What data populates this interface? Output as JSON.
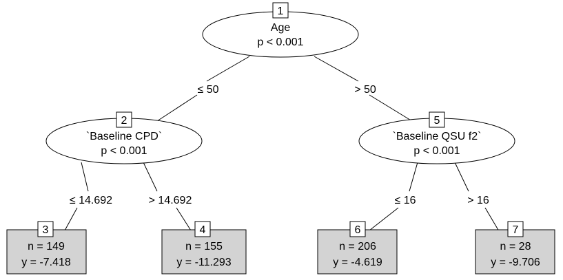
{
  "tree": {
    "inner_nodes": [
      {
        "id": "1",
        "variable": "Age",
        "p_value": "p < 0.001"
      },
      {
        "id": "2",
        "variable": "`Baseline CPD`",
        "p_value": "p < 0.001"
      },
      {
        "id": "5",
        "variable": "`Baseline QSU f2`",
        "p_value": "p < 0.001"
      }
    ],
    "terminal_nodes": [
      {
        "id": "3",
        "n": "n = 149",
        "y": "y = -7.418"
      },
      {
        "id": "4",
        "n": "n = 155",
        "y": "y = -11.293"
      },
      {
        "id": "6",
        "n": "n = 206",
        "y": "y = -4.619"
      },
      {
        "id": "7",
        "n": "n = 28",
        "y": "y = -9.706"
      }
    ],
    "edges": [
      {
        "from": "1",
        "to": "2",
        "label": "≤ 50"
      },
      {
        "from": "1",
        "to": "5",
        "label": "> 50"
      },
      {
        "from": "2",
        "to": "3",
        "label": "≤ 14.692"
      },
      {
        "from": "2",
        "to": "4",
        "label": "> 14.692"
      },
      {
        "from": "5",
        "to": "6",
        "label": "≤ 16"
      },
      {
        "from": "5",
        "to": "7",
        "label": "> 16"
      }
    ],
    "colors": {
      "terminal_fill": "#d3d3d3",
      "stroke": "#000000",
      "background": "#ffffff"
    }
  }
}
